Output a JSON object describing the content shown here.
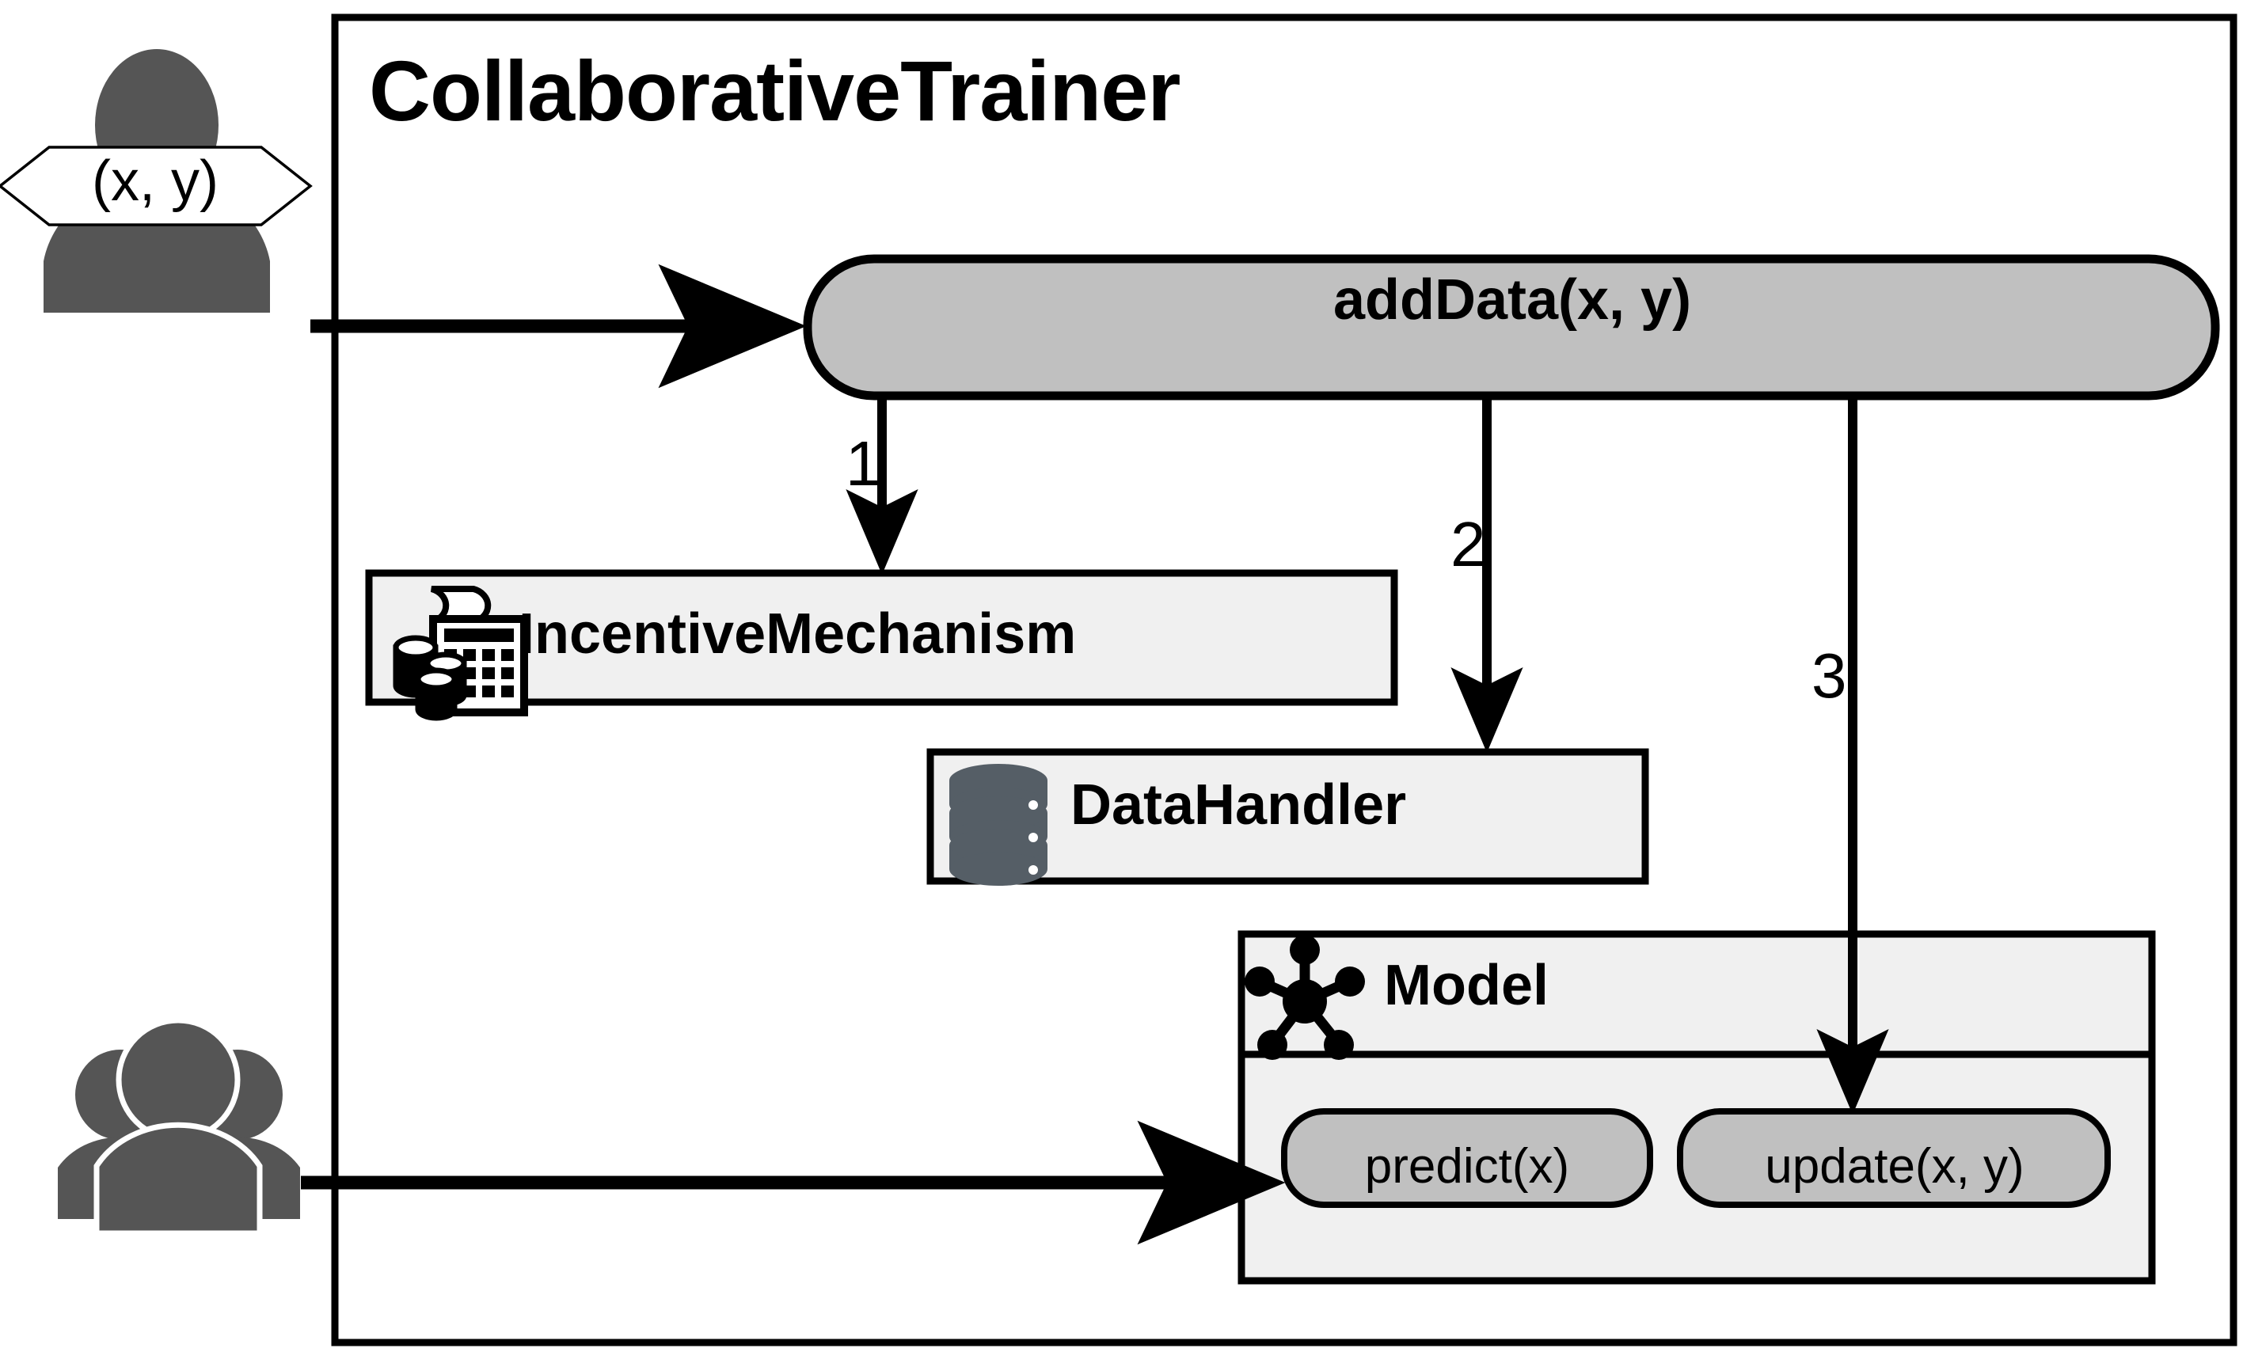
{
  "diagram": {
    "type": "architecture-component-diagram",
    "container": {
      "title": "CollaborativeTrainer",
      "border_color": "#000000",
      "fill": "#ffffff"
    },
    "actors": [
      {
        "id": "single-user",
        "icon": "person-icon",
        "badge_label": "(x, y)",
        "badge_shape": "hexagon",
        "badge_fill": "#ffffff",
        "icon_color": "#555555"
      },
      {
        "id": "multiple-users",
        "icon": "people-group-icon",
        "badge_label": "",
        "icon_color": "#555555"
      }
    ],
    "entry_method": {
      "label": "addData(x, y)",
      "shape": "rounded-pill",
      "fill": "#c0c0c0",
      "stroke": "#000000"
    },
    "components": [
      {
        "id": "incentive-mechanism",
        "label": "IncentiveMechanism",
        "icon": "calculator-coins-icon",
        "fill": "#f0f0f0",
        "stroke": "#000000"
      },
      {
        "id": "data-handler",
        "label": "DataHandler",
        "icon": "database-icon",
        "icon_color": "#555e66",
        "fill": "#f0f0f0",
        "stroke": "#000000"
      },
      {
        "id": "model",
        "label": "Model",
        "icon": "network-hub-icon",
        "icon_color": "#000000",
        "fill": "#f0f0f0",
        "stroke": "#000000",
        "methods": [
          {
            "id": "predict",
            "label": "predict(x)",
            "fill": "#c0c0c0"
          },
          {
            "id": "update",
            "label": "update(x, y)",
            "fill": "#c0c0c0"
          }
        ]
      }
    ],
    "flows": [
      {
        "id": "flow-user-adddata",
        "number": "",
        "from": "single-user",
        "to": "addData(x, y)"
      },
      {
        "id": "flow-1",
        "number": "1",
        "from": "addData(x, y)",
        "to": "IncentiveMechanism"
      },
      {
        "id": "flow-2",
        "number": "2",
        "from": "addData(x, y)",
        "to": "DataHandler"
      },
      {
        "id": "flow-3",
        "number": "3",
        "from": "addData(x, y)",
        "to": "update(x, y)"
      },
      {
        "id": "flow-users-predict",
        "number": "",
        "from": "multiple-users",
        "to": "predict(x)"
      }
    ]
  }
}
